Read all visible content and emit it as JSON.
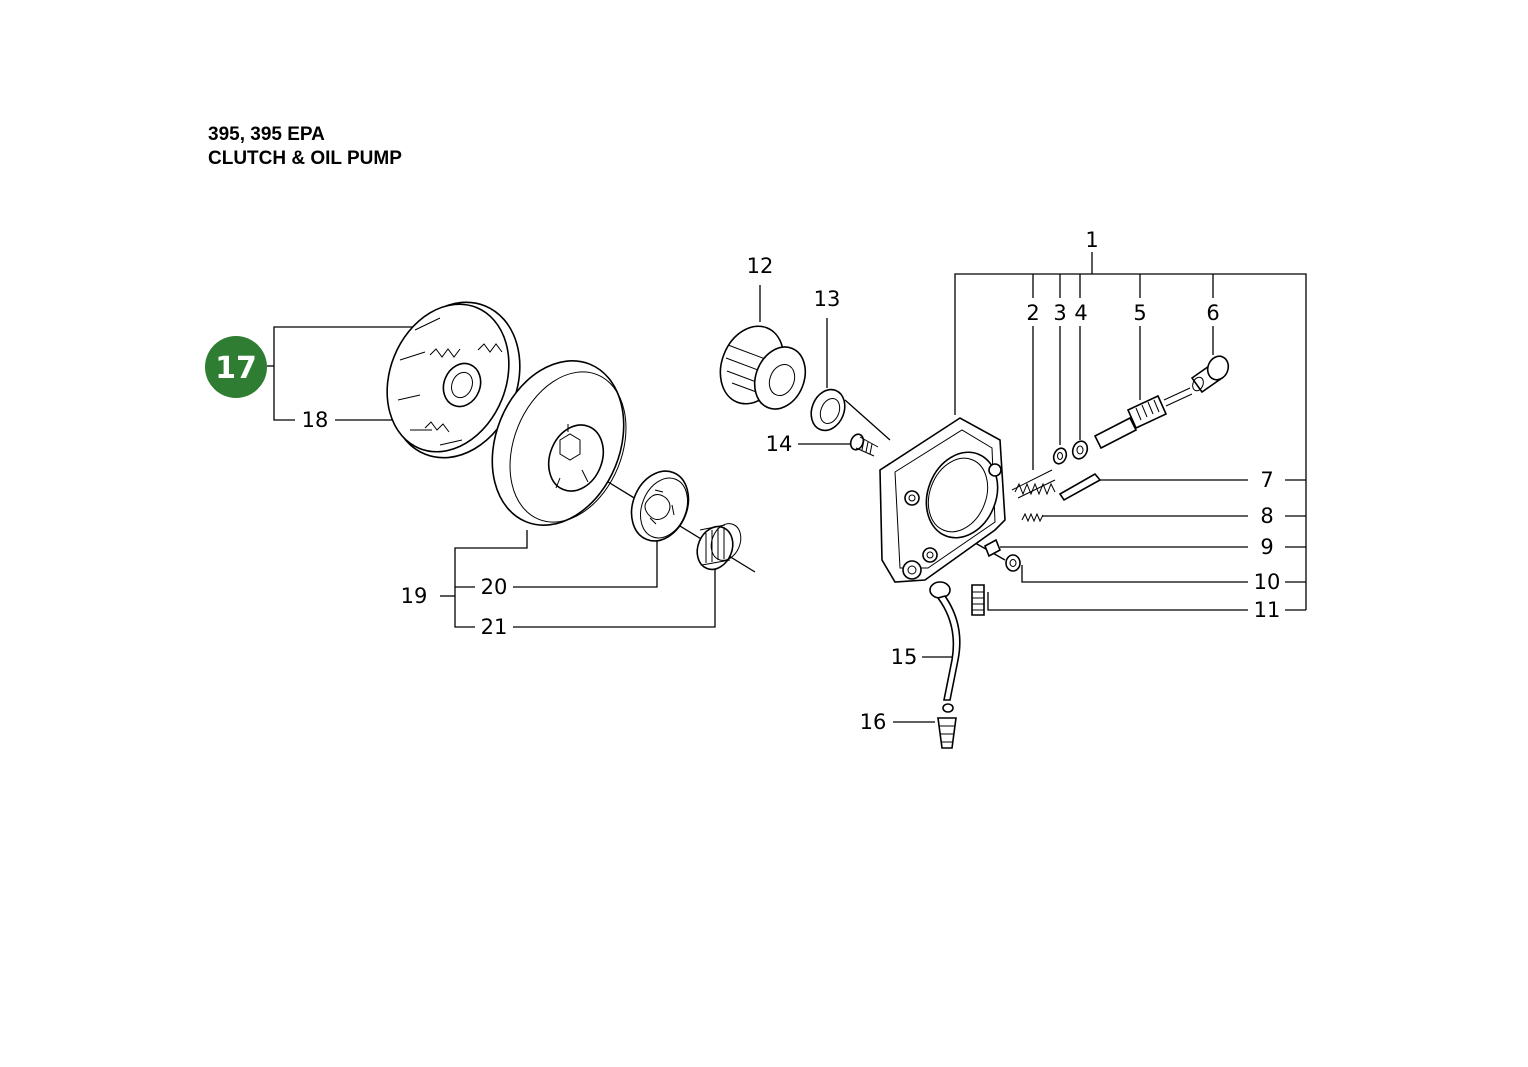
{
  "header": {
    "model": "395, 395 EPA",
    "section": "CLUTCH & OIL PUMP"
  },
  "badge": {
    "number": "17",
    "color": "#2e7d32"
  },
  "callouts": {
    "c1": "1",
    "c2": "2",
    "c3": "3",
    "c4": "4",
    "c5": "5",
    "c6": "6",
    "c7": "7",
    "c8": "8",
    "c9": "9",
    "c10": "10",
    "c11": "11",
    "c12": "12",
    "c13": "13",
    "c14": "14",
    "c15": "15",
    "c16": "16",
    "c18": "18",
    "c19": "19",
    "c20": "20",
    "c21": "21"
  }
}
